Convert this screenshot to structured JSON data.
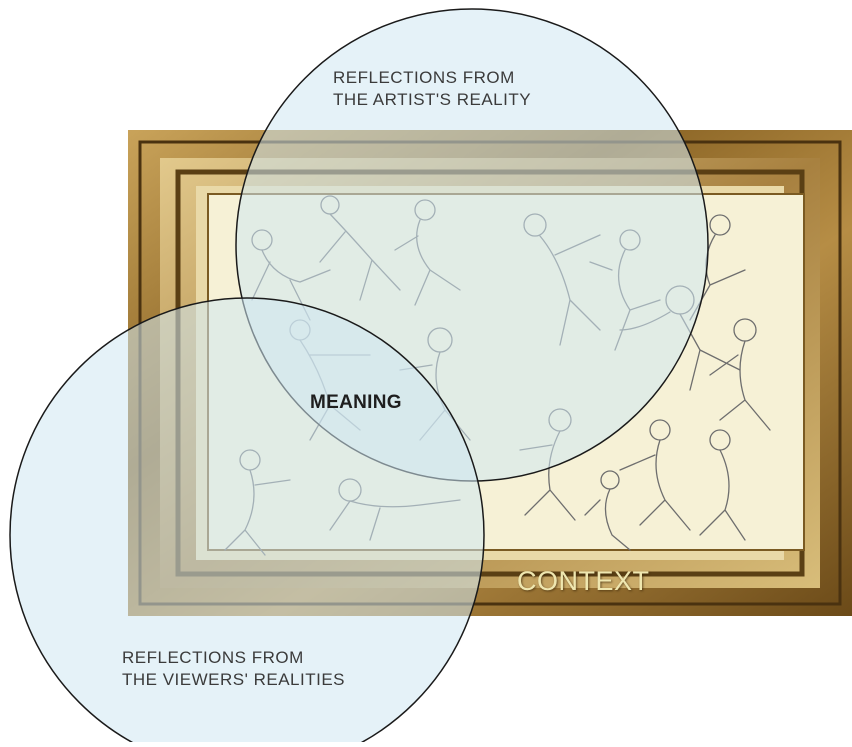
{
  "circles": {
    "artist": {
      "label_lines": [
        "REFLECTIONS FROM",
        "THE ARTIST'S  REALITY"
      ]
    },
    "viewer": {
      "label_lines": [
        "REFLECTIONS FROM",
        "THE VIEWERS' REALITIES"
      ]
    }
  },
  "intersection_label": "MEANING",
  "frame_label": "CONTEXT",
  "colors": {
    "frame_gold": "#9a7b3a",
    "frame_dark": "#5a3f14",
    "canvas": "#f6f1d6",
    "circle_fill": "#cfe8f2",
    "circle_stroke": "#1a1a1a",
    "sketch_ink": "#6a6a6a"
  }
}
